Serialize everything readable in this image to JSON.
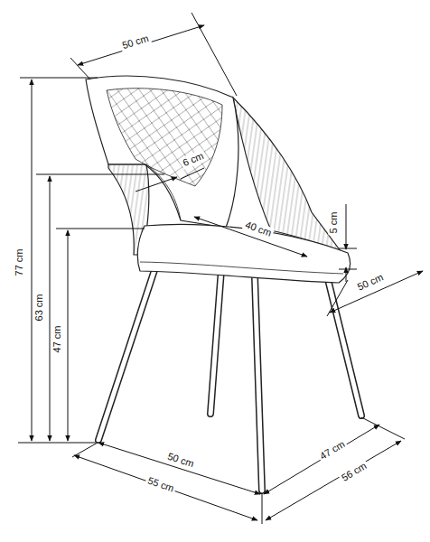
{
  "diagram": {
    "labels": [
      "50 cm",
      "6 cm",
      "77 cm",
      "63 cm",
      "47 cm",
      "40 cm",
      "5 cm",
      "50 cm",
      "50 cm",
      "55 cm",
      "47 cm",
      "56 cm"
    ]
  }
}
